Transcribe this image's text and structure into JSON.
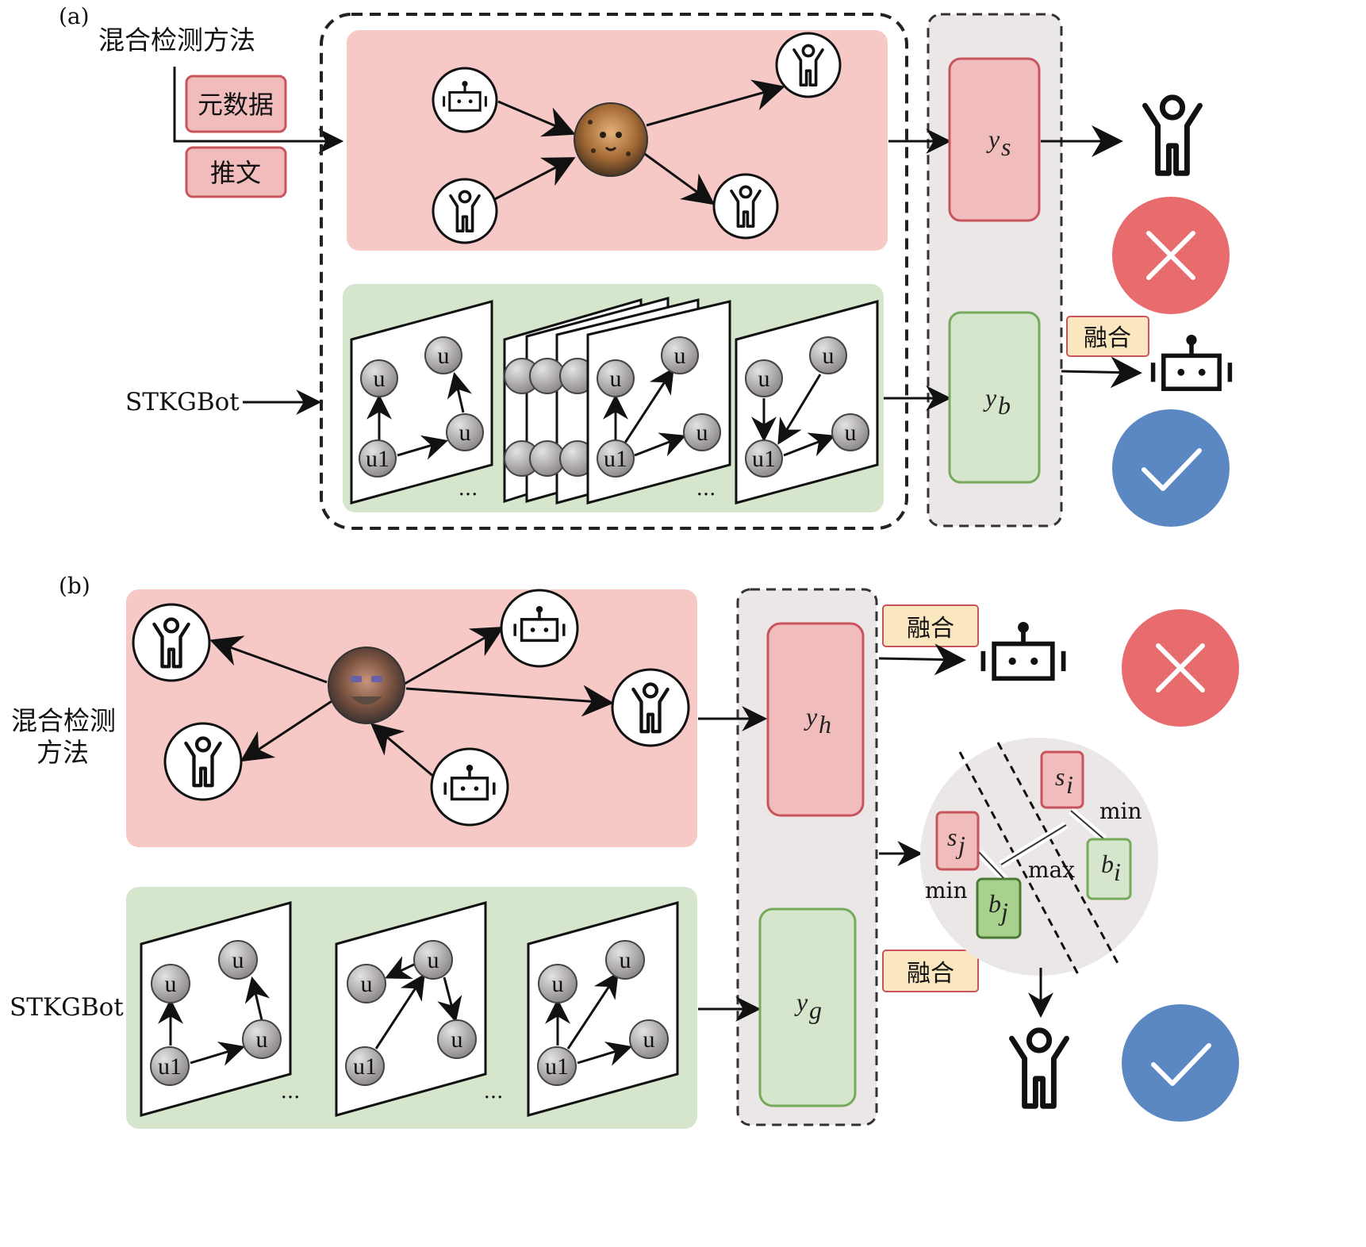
{
  "panel_a": {
    "tag": "(a)",
    "hybrid_method_label": "混合检测方法",
    "feature_metadata": "元数据",
    "feature_tweet": "推文",
    "stkg_label": "STKGBot",
    "output_s": "y",
    "output_s_sub": "s",
    "output_b": "y",
    "output_b_sub": "b",
    "fusion_label": "融合",
    "ellipsis": "...",
    "node_u": "u",
    "node_u1": "u1"
  },
  "panel_b": {
    "tag": "(b)",
    "hybrid_method_line1": "混合检测",
    "hybrid_method_line2": "方法",
    "stkg_label": "STKGBot",
    "output_h": "y",
    "output_h_sub": "h",
    "output_g": "y",
    "output_g_sub": "g",
    "fusion_top": "融合",
    "fusion_bottom": "融合",
    "contrast": {
      "s_i": "s",
      "s_i_sub": "i",
      "s_j": "s",
      "s_j_sub": "j",
      "b_i": "b",
      "b_i_sub": "i",
      "b_j": "b",
      "b_j_sub": "j",
      "min_top": "min",
      "min_bottom": "min",
      "max": "max"
    },
    "ellipsis": "...",
    "node_u": "u",
    "node_u1": "u1"
  },
  "colors": {
    "pink_bg": "#f6c9c7",
    "green_bg": "#d5e6cc",
    "gray_bg": "#ebe7e6",
    "pink_box": "#f0bcbc",
    "pink_border": "#c9545d",
    "green_box": "#d5e6cc",
    "green_border": "#75aa5c",
    "fusion_fill": "#fbe7bf",
    "fusion_border": "#c9545d",
    "red_circle": "#e86b6e",
    "blue_circle": "#5b88c2",
    "node_gray": "#a9a6a6"
  }
}
